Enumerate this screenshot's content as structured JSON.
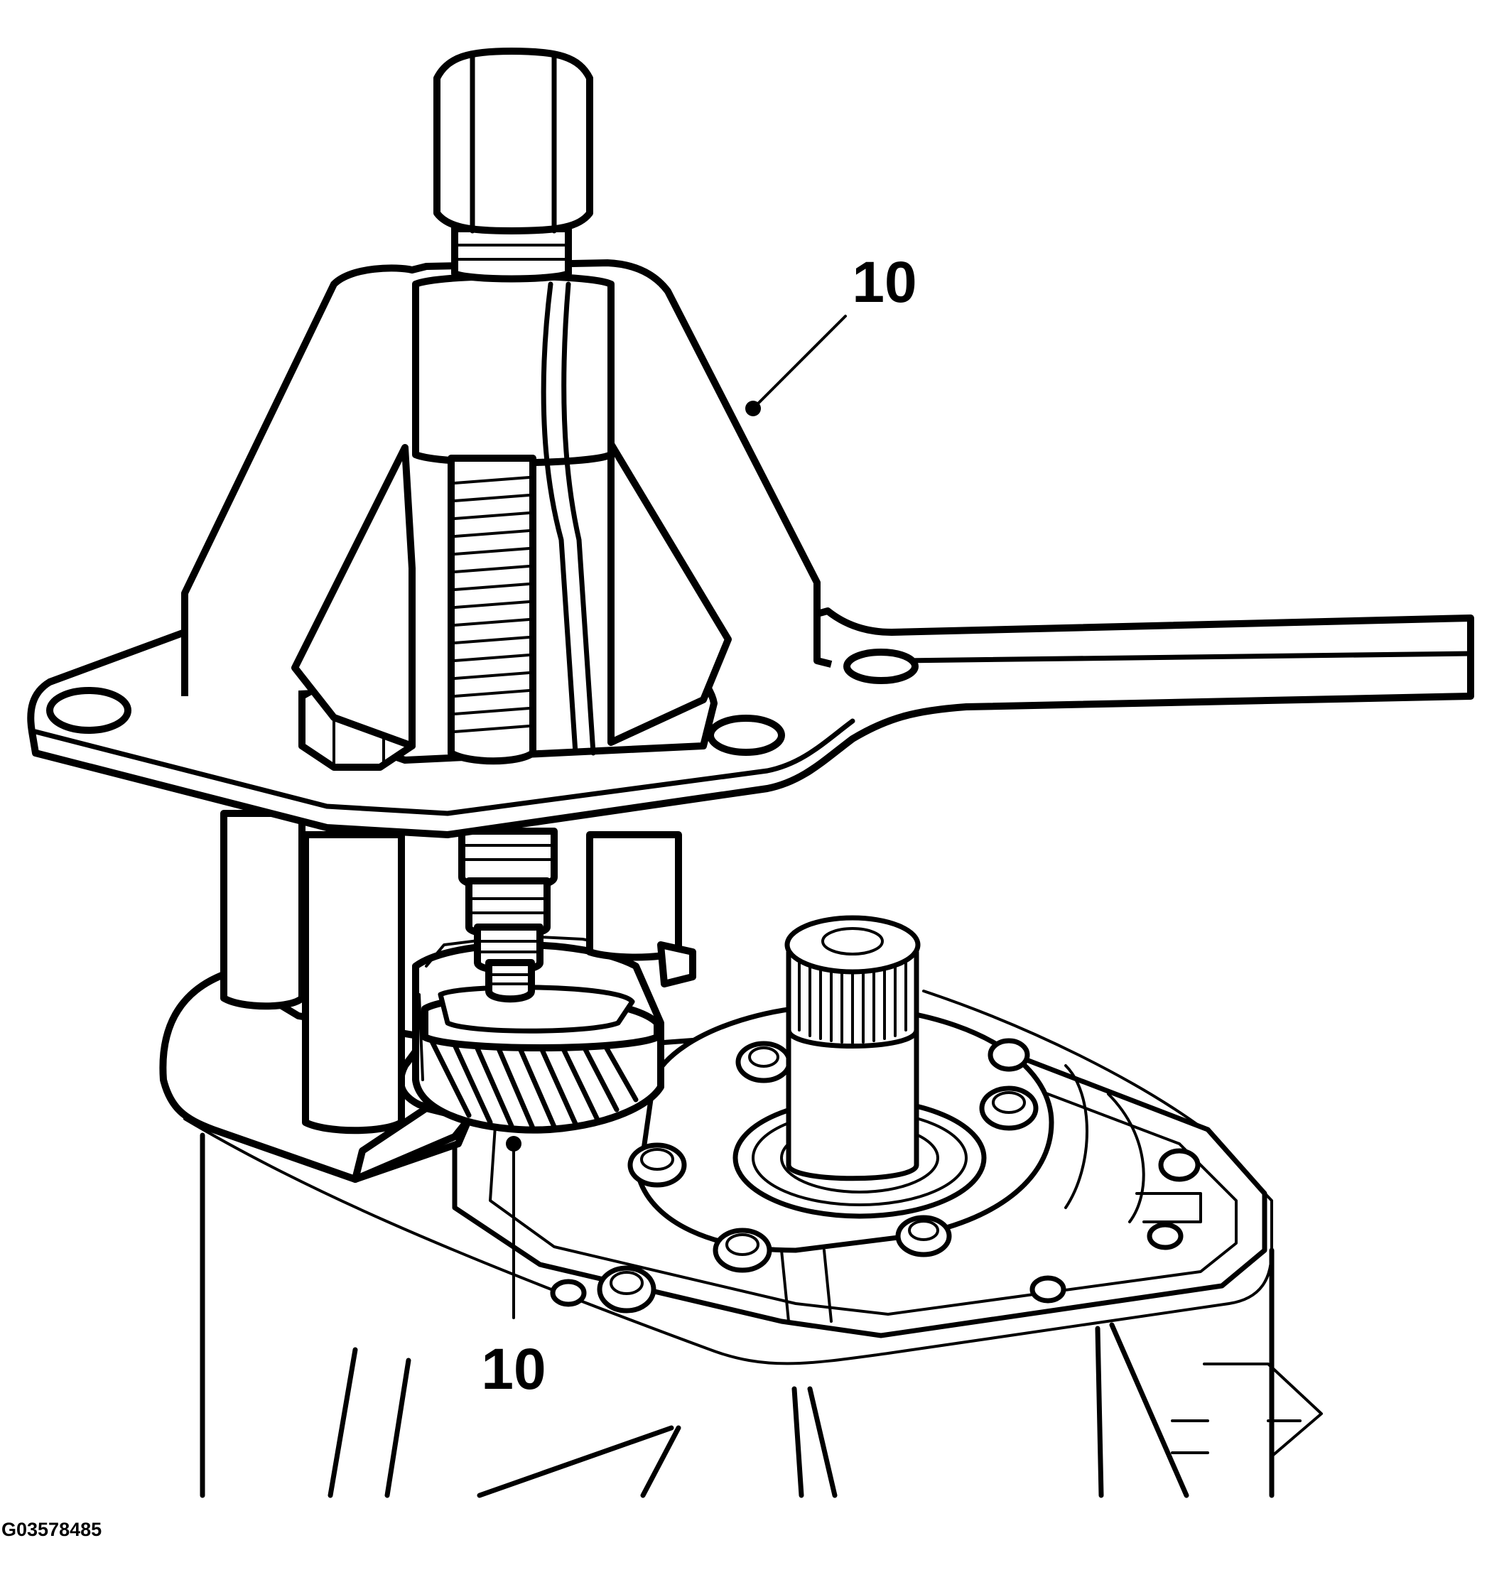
{
  "callouts": [
    {
      "label": "10"
    },
    {
      "label": "10"
    }
  ],
  "figure_id": "G03578485"
}
